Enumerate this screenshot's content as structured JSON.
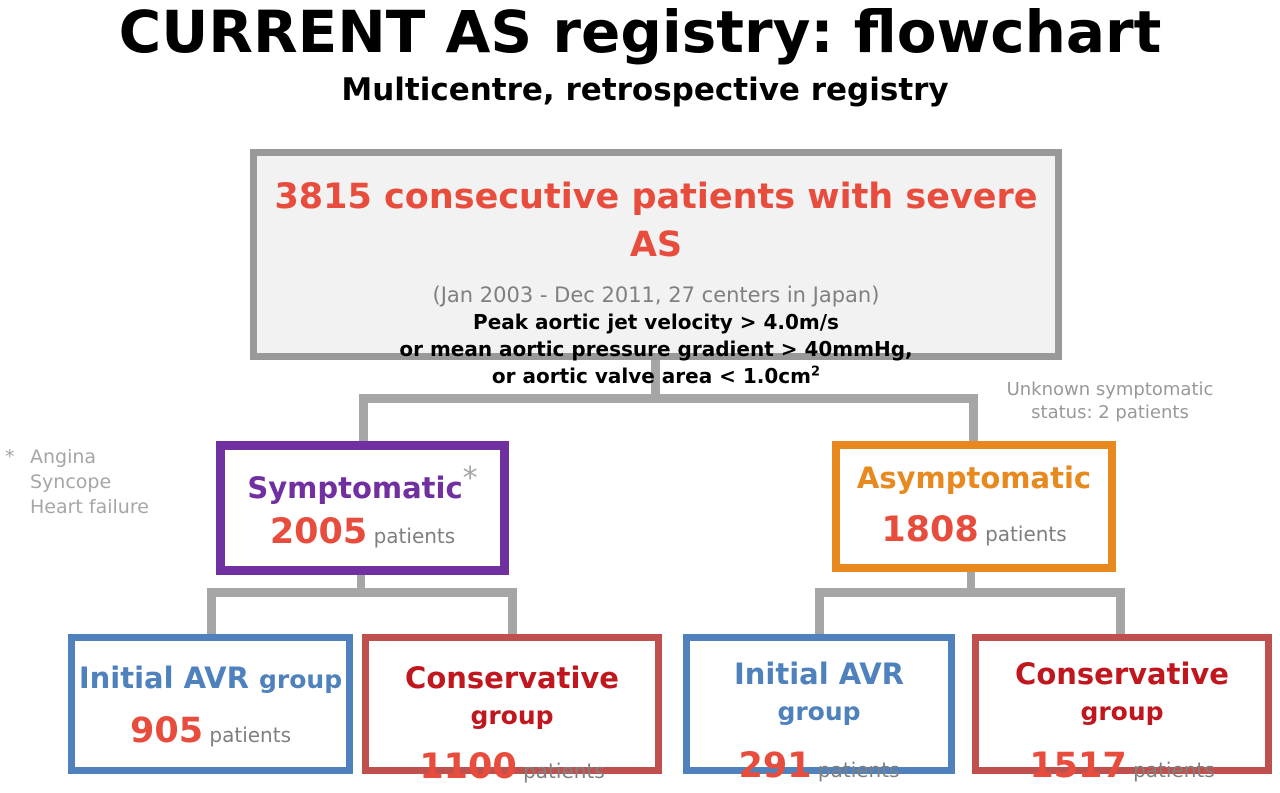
{
  "header": {
    "title": "CURRENT AS registry: flowchart",
    "subtitle": "Multicentre, retrospective registry"
  },
  "main_box": {
    "headline": "3815 consecutive patients with severe AS",
    "period": "(Jan 2003 - Dec 2011, 27 centers in Japan)",
    "criteria_1": "Peak aortic jet velocity > 4.0m/s",
    "criteria_2": "or mean aortic pressure gradient > 40mmHg,",
    "criteria_3": "or aortic valve area < 1.0cm",
    "criteria_3_sup": "2"
  },
  "unknown_note": {
    "line1": "Unknown symptomatic",
    "line2": "status: 2 patients"
  },
  "symptom_note": {
    "star": "*",
    "items": [
      "Angina",
      "Syncope",
      "Heart failure"
    ]
  },
  "symptomatic": {
    "label": "Symptomatic",
    "star": "*",
    "count": "2005",
    "unit": "patients",
    "color": "#7030a0"
  },
  "asymptomatic": {
    "label": "Asymptomatic",
    "count": "1808",
    "unit": "patients",
    "color": "#e8891f"
  },
  "groups": {
    "sym_avr": {
      "label_main": "Initial AVR",
      "label_word": "group",
      "count": "905",
      "unit": "patients"
    },
    "sym_cons": {
      "label_main": "Conservative",
      "label_word": "group",
      "count": "1100",
      "unit": "patients"
    },
    "asym_avr": {
      "label_main": "Initial AVR",
      "label_word": "group",
      "count": "291",
      "unit": "patients"
    },
    "asym_cons": {
      "label_main": "Conservative",
      "label_word": "group",
      "count": "1517",
      "unit": "patients"
    }
  },
  "colors": {
    "connector": "#a6a6a6",
    "avr_border": "#4f81bd",
    "conservative_border": "#c0504d",
    "count_red": "#e84c3d"
  }
}
